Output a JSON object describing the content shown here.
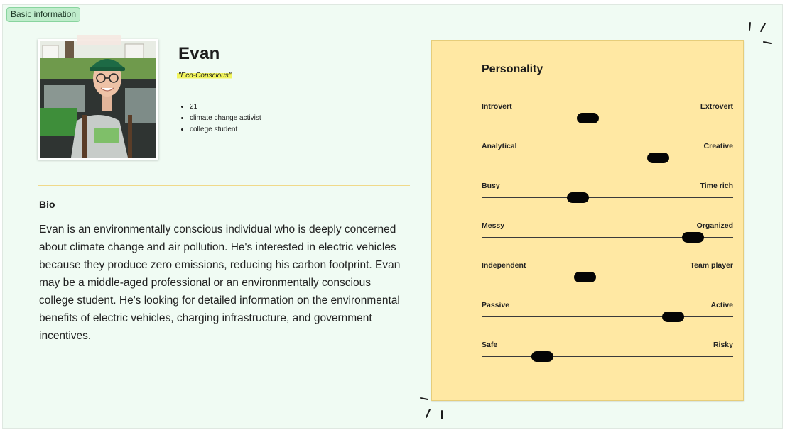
{
  "section_tag": "Basic information",
  "persona": {
    "name": "Evan",
    "tagline": "\"Eco-Conscious\"",
    "facts": [
      "21",
      "climate change activist",
      "college student"
    ],
    "photo": "portrait-photo"
  },
  "bio": {
    "heading": "Bio",
    "text": "Evan is an environmentally conscious individual who is deeply concerned about climate change and air pollution. He's interested in electric vehicles because they produce zero emissions, reducing his carbon footprint. Evan may be a middle-aged professional or an environmentally conscious college student. He's looking for detailed information on the environmental benefits of electric vehicles, charging infrastructure, and government incentives."
  },
  "personality": {
    "title": "Personality",
    "traits": [
      {
        "left": "Introvert",
        "right": "Extrovert",
        "value": 0.42
      },
      {
        "left": "Analytical",
        "right": "Creative",
        "value": 0.7
      },
      {
        "left": "Busy",
        "right": "Time rich",
        "value": 0.38
      },
      {
        "left": "Messy",
        "right": "Organized",
        "value": 0.84
      },
      {
        "left": "Independent",
        "right": "Team player",
        "value": 0.41
      },
      {
        "left": "Passive",
        "right": "Active",
        "value": 0.76
      },
      {
        "left": "Safe",
        "right": "Risky",
        "value": 0.24
      }
    ]
  },
  "colors": {
    "board": "#f0fbf3",
    "sticky_note": "#ffe8a3",
    "tag": "#bfeccb",
    "highlight": "#f2f55e",
    "divider": "#f0d98a",
    "knob": "#050505"
  }
}
